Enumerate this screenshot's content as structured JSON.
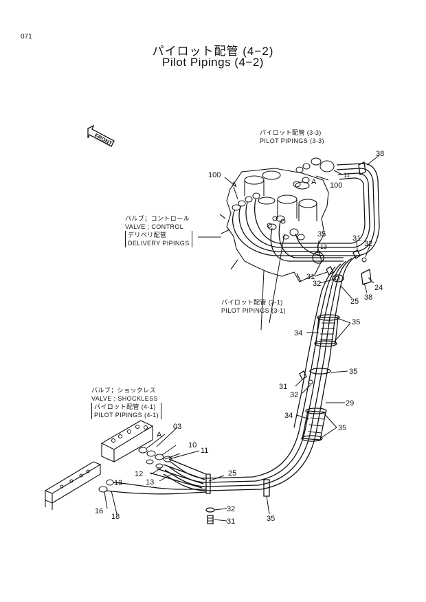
{
  "page_number": "071",
  "title_jp": "パイロット配管 (4−2)",
  "title_en": "Pilot Pipings (4−2)",
  "front_label": "FRONT",
  "notes": {
    "pilot_3_3": [
      "パイロット配管 (3-3)",
      "PILOT PIPINGS (3-3)"
    ],
    "valve_control": [
      "バルブ；コントロール",
      "VALVE ; CONTROL"
    ],
    "delivery": [
      "デリベリ配管",
      "DELIVERY PIPINGS"
    ],
    "pilot_3_1": [
      "パイロット配管 (3-1)",
      "PILOT PIPINGS (3-1)"
    ],
    "valve_shockless": [
      "バルブ；ショックレス",
      "VALVE ; SHOCKLESS"
    ],
    "pilot_4_1": [
      "パイロット配管 (4-1)",
      "PILOT PIPINGS (4-1)"
    ]
  },
  "callouts": {
    "c38a": "38",
    "c100a": "100",
    "c_a1": "A",
    "c11a": "11",
    "c100b": "100",
    "c_a2": "A",
    "c31a": "31",
    "c32a": "32",
    "c35a": "35",
    "c31b": "31",
    "c32b": "32",
    "c24": "24",
    "c38b": "38",
    "c25a": "25",
    "c35b": "35",
    "c34a": "34",
    "c35c": "35",
    "c31c": "31",
    "c32c": "32",
    "c29": "29",
    "c34b": "34",
    "c35d": "35",
    "c03": "03",
    "c_a3": "A",
    "c10": "10",
    "c11b": "11",
    "c12": "12",
    "c13a": "13",
    "c13b": "13",
    "c25b": "25",
    "c16": "16",
    "c18": "18",
    "c32d": "32",
    "c35e": "35",
    "c31d": "31",
    "c13c": "13"
  }
}
